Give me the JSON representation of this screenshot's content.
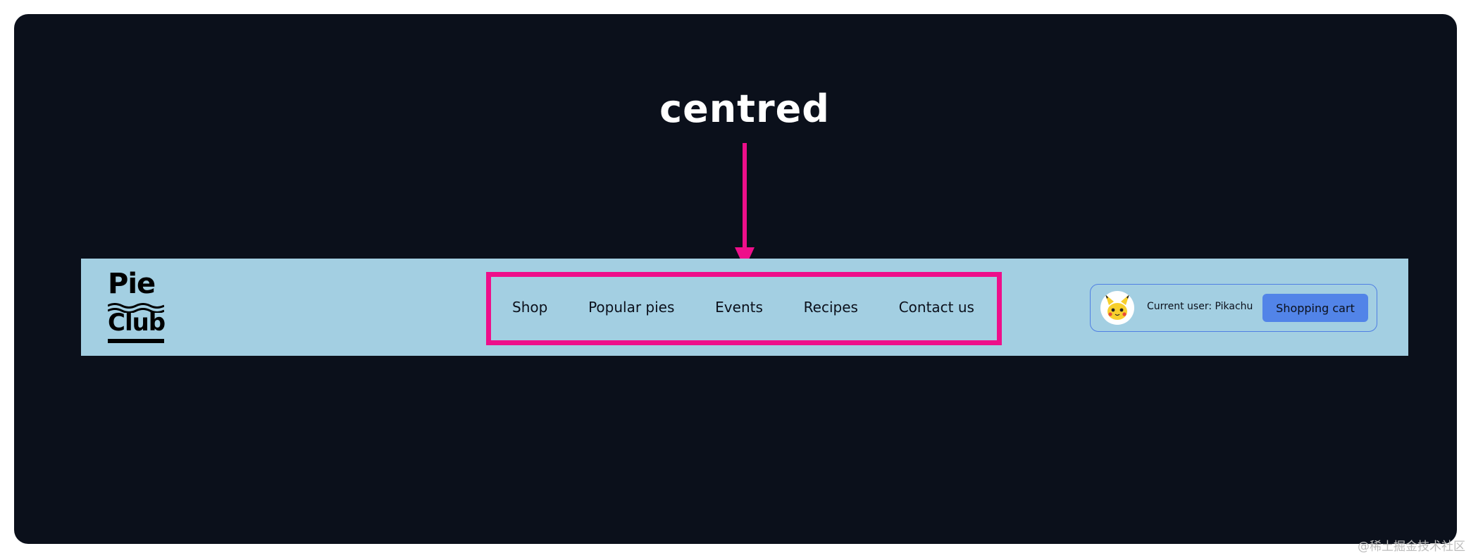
{
  "annotation": {
    "label": "centred",
    "color": "#ee0f8a"
  },
  "header": {
    "logo": {
      "line1": "Pie",
      "line2": "Club"
    },
    "nav": [
      {
        "label": "Shop"
      },
      {
        "label": "Popular pies"
      },
      {
        "label": "Events"
      },
      {
        "label": "Recipes"
      },
      {
        "label": "Contact us"
      }
    ],
    "user": {
      "label": "Current user: Pikachu",
      "avatar_icon": "pikachu-avatar-icon"
    },
    "cart_button": {
      "label": "Shopping cart"
    }
  },
  "colors": {
    "panel_background": "#0b101b",
    "navbar_background": "#a3cfe2",
    "highlight": "#ee0f8a",
    "button": "#5284e8",
    "user_panel_border": "#4f7fe3"
  },
  "watermark": "@稀土掘金技术社区"
}
